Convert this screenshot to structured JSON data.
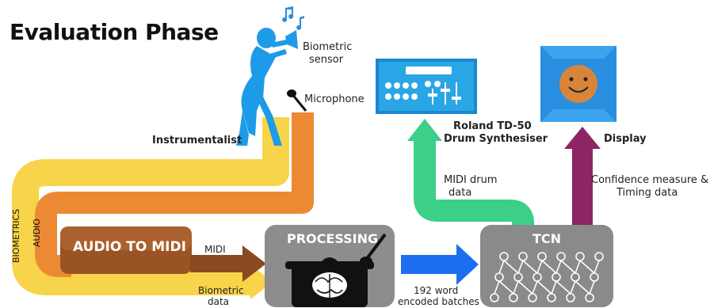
{
  "title": "Evaluation Phase",
  "labels": {
    "biometric_sensor_1": "Biometric",
    "biometric_sensor_2": "sensor",
    "microphone": "Microphone",
    "instrumentalist": "Instrumentalist",
    "roland_1": "Roland TD-50",
    "roland_2": "Drum Synthesiser",
    "display": "Display",
    "midi_drum_1": "MIDI drum",
    "midi_drum_2": "data",
    "confidence_1": "Confidence measure &",
    "confidence_2": "Timing data",
    "biometrics_vertical": "BIOMETRICS",
    "audio_vertical": "AUDIO",
    "audio_to_midi": "AUDIO TO MIDI",
    "midi": "MIDI",
    "biometric_data_1": "Biometric",
    "biometric_data_2": "data",
    "processing": "PROCESSING",
    "tcn": "TCN",
    "batches_1": "192 word",
    "batches_2": "encoded batches"
  },
  "colors": {
    "yellow": "#f7d44a",
    "orange": "#ec8a33",
    "brown": "#8a4a1f",
    "blue_device": "#2aa6e6",
    "green": "#3ccf88",
    "purple": "#8e2463",
    "processing_gray": "#8d8d8d",
    "tcn_gray": "#8a8a8a",
    "arrow_blue": "#1e6ef2",
    "display_blue": "#2a8ee0",
    "face_orange": "#d8843a"
  },
  "icons": [
    "trumpet-player-icon",
    "music-notes-icon",
    "microphone-icon",
    "drum-synth-icon",
    "display-face-icon",
    "cooking-pot-brain-icon",
    "neural-network-icon"
  ]
}
